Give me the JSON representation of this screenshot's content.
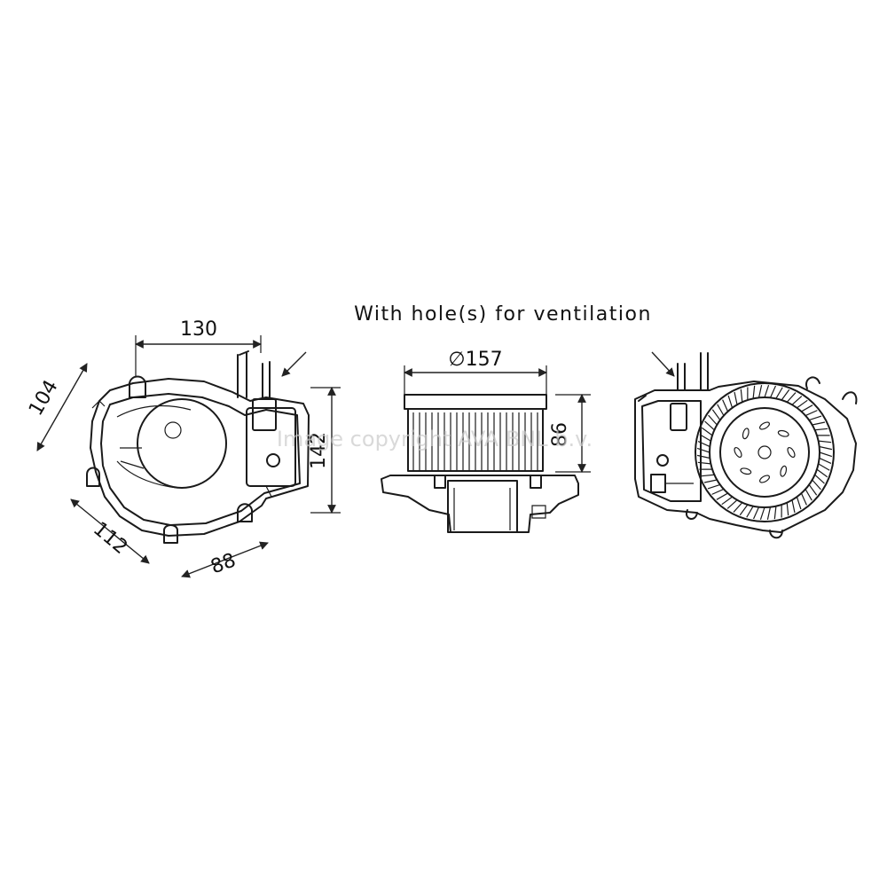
{
  "note": "With hole(s) for ventilation",
  "watermark": "Image copyright AVA BNL b.v.",
  "dimensions": {
    "width_top": "130",
    "depth_left": "104",
    "height_right": "142",
    "bottom_left": "112",
    "bottom_mid": "88",
    "diameter": "∅157",
    "height_side": "86"
  },
  "colors": {
    "line": "#1a1a1a",
    "background": "#ffffff",
    "watermark": "#c9c9c9"
  }
}
